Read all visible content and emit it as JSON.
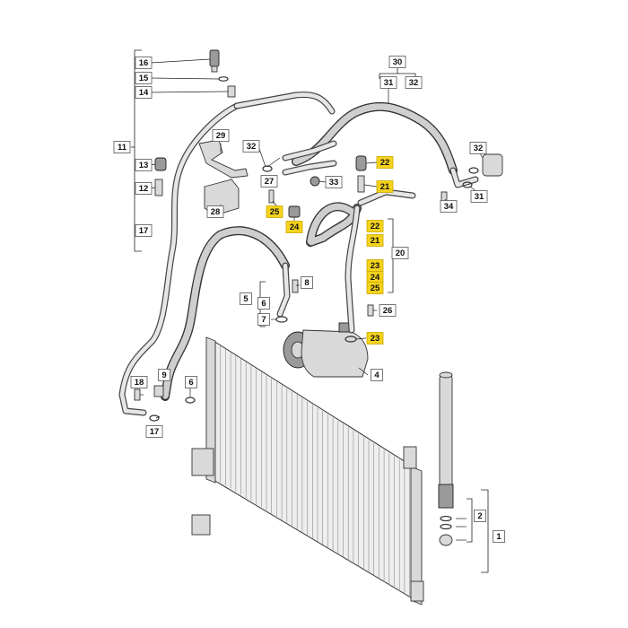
{
  "labels": [
    {
      "id": "16",
      "text": "16",
      "highlight": false
    },
    {
      "id": "15",
      "text": "15",
      "highlight": false
    },
    {
      "id": "14",
      "text": "14",
      "highlight": false
    },
    {
      "id": "11",
      "text": "11",
      "highlight": false
    },
    {
      "id": "13",
      "text": "13",
      "highlight": false
    },
    {
      "id": "12",
      "text": "12",
      "highlight": false
    },
    {
      "id": "17a",
      "text": "17",
      "highlight": false
    },
    {
      "id": "29",
      "text": "29",
      "highlight": false
    },
    {
      "id": "28",
      "text": "28",
      "highlight": false
    },
    {
      "id": "32a",
      "text": "32",
      "highlight": false
    },
    {
      "id": "27",
      "text": "27",
      "highlight": false
    },
    {
      "id": "33",
      "text": "33",
      "highlight": false
    },
    {
      "id": "25a",
      "text": "25",
      "highlight": true
    },
    {
      "id": "24a",
      "text": "24",
      "highlight": true
    },
    {
      "id": "22a",
      "text": "22",
      "highlight": true
    },
    {
      "id": "21a",
      "text": "21",
      "highlight": true
    },
    {
      "id": "30",
      "text": "30",
      "highlight": false
    },
    {
      "id": "31a",
      "text": "31",
      "highlight": false
    },
    {
      "id": "32b",
      "text": "32",
      "highlight": false
    },
    {
      "id": "32c",
      "text": "32",
      "highlight": false
    },
    {
      "id": "31b",
      "text": "31",
      "highlight": false
    },
    {
      "id": "34",
      "text": "34",
      "highlight": false
    },
    {
      "id": "22b",
      "text": "22",
      "highlight": true
    },
    {
      "id": "21b",
      "text": "21",
      "highlight": true
    },
    {
      "id": "20",
      "text": "20",
      "highlight": false
    },
    {
      "id": "23a",
      "text": "23",
      "highlight": true
    },
    {
      "id": "24b",
      "text": "24",
      "highlight": true
    },
    {
      "id": "25b",
      "text": "25",
      "highlight": true
    },
    {
      "id": "26",
      "text": "26",
      "highlight": false
    },
    {
      "id": "23b",
      "text": "23",
      "highlight": true
    },
    {
      "id": "8",
      "text": "8",
      "highlight": false
    },
    {
      "id": "5",
      "text": "5",
      "highlight": false
    },
    {
      "id": "6a",
      "text": "6",
      "highlight": false
    },
    {
      "id": "7",
      "text": "7",
      "highlight": false
    },
    {
      "id": "4",
      "text": "4",
      "highlight": false
    },
    {
      "id": "18",
      "text": "18",
      "highlight": false
    },
    {
      "id": "9",
      "text": "9",
      "highlight": false
    },
    {
      "id": "17b",
      "text": "17",
      "highlight": false
    },
    {
      "id": "6b",
      "text": "6",
      "highlight": false
    },
    {
      "id": "2",
      "text": "2",
      "highlight": false
    },
    {
      "id": "1",
      "text": "1",
      "highlight": false
    }
  ],
  "colors": {
    "highlight": "#f5d31c",
    "line": "#222222",
    "part_fill": "#d9d9d9"
  }
}
